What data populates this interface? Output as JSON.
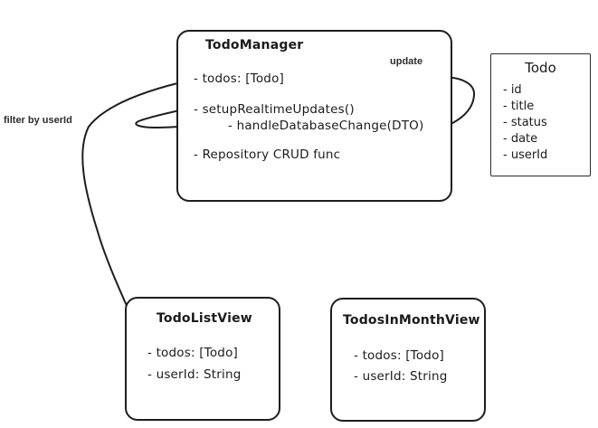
{
  "canvas": {
    "background": "#ffffff",
    "ink": "#1e1e1e"
  },
  "boxes": {
    "todoManager": {
      "title": "TodoManager",
      "members": [
        {
          "text": "- todos: [Todo]"
        },
        {
          "text": "- setupRealtimeUpdates()"
        },
        {
          "text": "- handleDatabaseChange(DTO)"
        },
        {
          "text": "- Repository CRUD func"
        }
      ]
    },
    "todo": {
      "title": "Todo",
      "members": [
        {
          "text": "- id"
        },
        {
          "text": "- title"
        },
        {
          "text": "- status"
        },
        {
          "text": "- date"
        },
        {
          "text": "- userId"
        }
      ]
    },
    "todoListView": {
      "title": "TodoListView",
      "members": [
        {
          "text": "- todos: [Todo]"
        },
        {
          "text": "- userId: String"
        }
      ]
    },
    "todosInMonthView": {
      "title": "TodosInMonthView",
      "members": [
        {
          "text": "- todos: [Todo]"
        },
        {
          "text": "- userId: String"
        }
      ]
    }
  },
  "arrow_labels": {
    "update": "update",
    "filter": "filter by userId"
  }
}
